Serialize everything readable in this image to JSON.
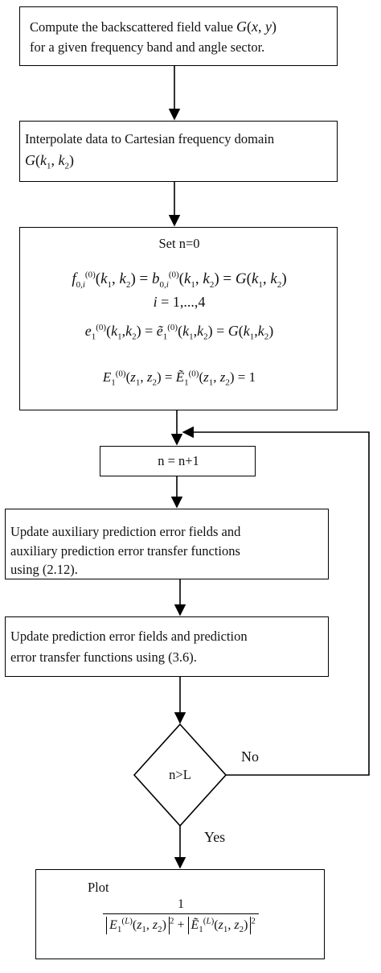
{
  "steps": {
    "compute": {
      "line1": "Compute the backscattered field value",
      "line1_math": "G(x, y)",
      "line2": "for a given frequency band and angle sector."
    },
    "interpolate": {
      "line1": "Interpolate data to Cartesian frequency  domain",
      "math": "G(k1, k2)"
    },
    "init": {
      "title": "Set n=0",
      "eq1": "f0,i(0)(k1, k2) = b0,i(0)(k1, k2) = G(k1, k2)",
      "eq_index": "i = 1,...,4",
      "eq2": "e1(0)(k1,k2) = ẽ1(0)(k1,k2) = G(k1,k2)",
      "eq3": "E1(0)(z1,z2) = Ẽ1(0)(z1,z2) = 1"
    },
    "increment": {
      "label": "n = n+1"
    },
    "aux_update": {
      "line1": "Update auxiliary prediction error fields and",
      "line2": "auxiliary prediction error transfer functions",
      "line3": "using (2.12)."
    },
    "update": {
      "line1": "Update  prediction error fields and  prediction",
      "line2": "error transfer functions  using (3.6)."
    },
    "decision": {
      "label": "n>L",
      "no_label": "No",
      "yes_label": "Yes"
    },
    "plot": {
      "title": "Plot",
      "numerator": "1",
      "denominator": "|E1(L)(z1,z2)|^2 + |Ẽ1(L)(z1,z2)|^2"
    }
  }
}
